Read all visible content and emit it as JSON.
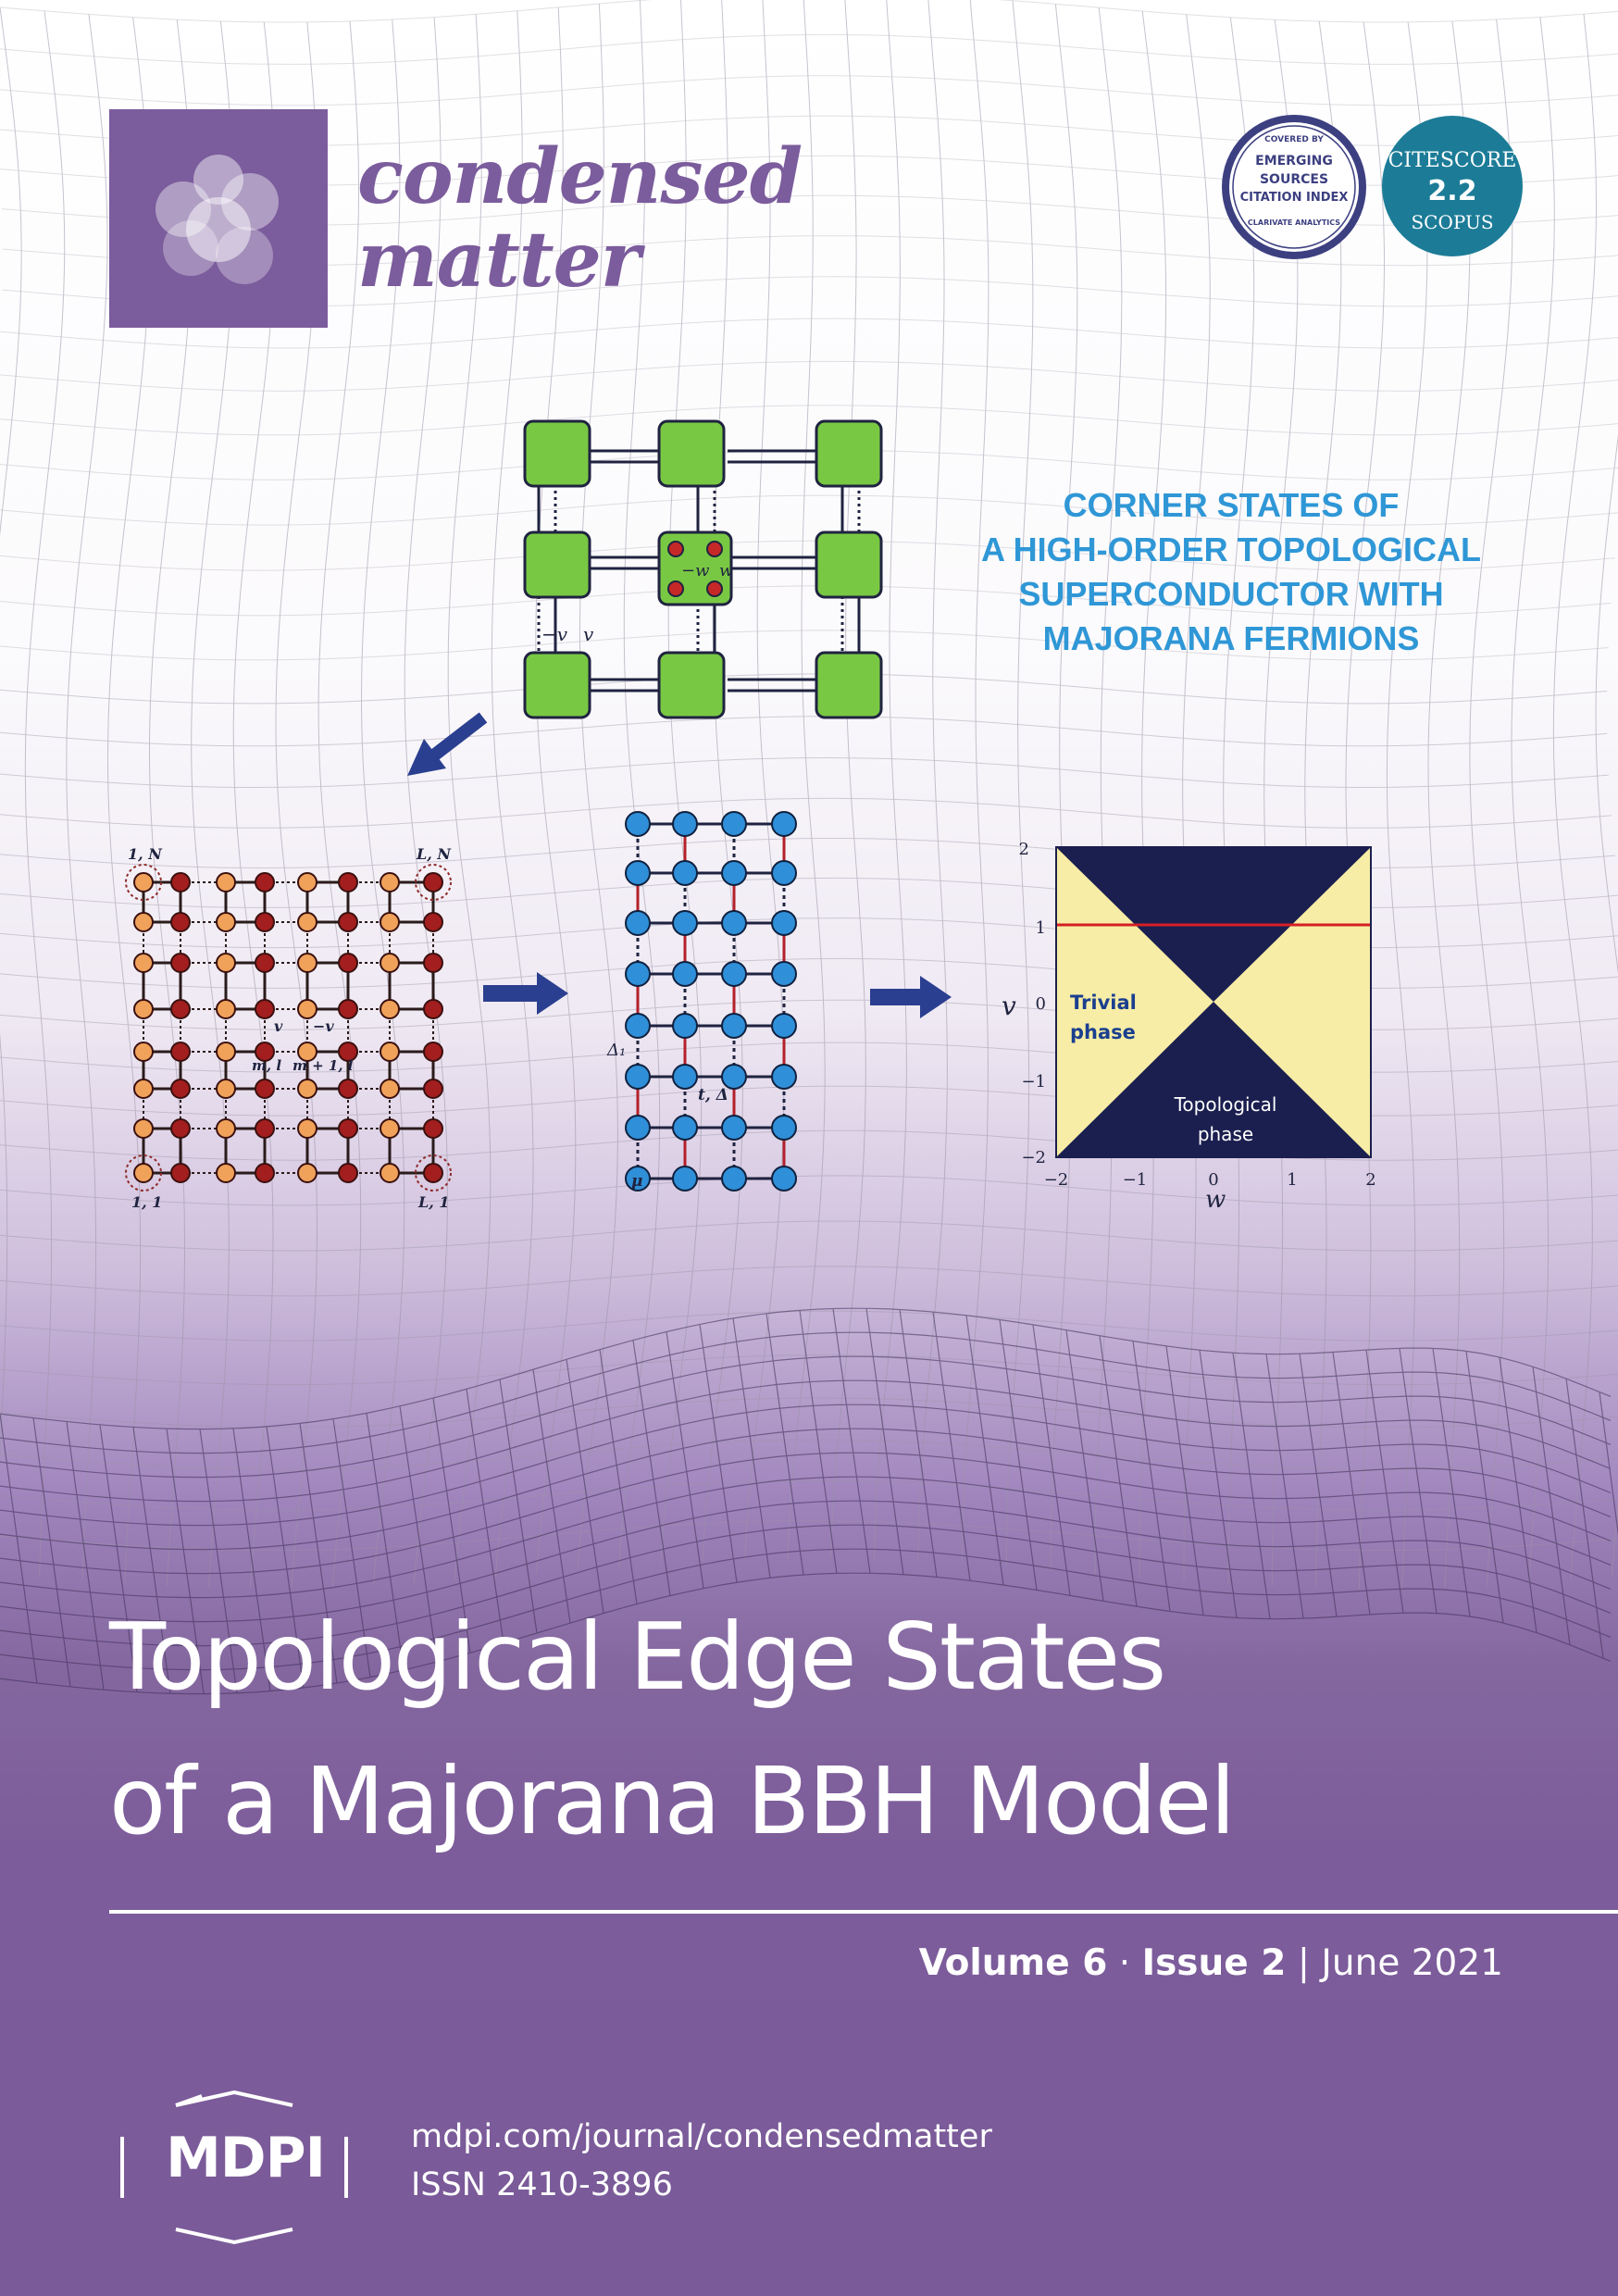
{
  "journal": {
    "name_line1": "condensed",
    "name_line2": "matter",
    "brand_color": "#7b5c9c"
  },
  "badges": {
    "esci": {
      "top": "COVERED BY",
      "line1": "EMERGING",
      "line2": "SOURCES",
      "line3": "CITATION INDEX",
      "bottom": "CLARIVATE ANALYTICS"
    },
    "citescore": {
      "label": "CITESCORE",
      "value": "2.2",
      "source": "SCOPUS",
      "color": "#1c7c97"
    }
  },
  "headline": {
    "lines": [
      "CORNER STATES OF",
      "A HIGH-ORDER TOPOLOGICAL",
      "SUPERCONDUCTOR WITH",
      "MAJORANA FERMIONS"
    ],
    "color": "#2f97d6"
  },
  "figure": {
    "top_lattice": {
      "label_intra_neg": "−w",
      "label_intra": "w",
      "label_inter_neg": "−v",
      "label_inter": "v"
    },
    "left_lattice": {
      "corner_tl": "1, N",
      "corner_tr": "L, N",
      "corner_bl": "1, 1",
      "corner_br": "L, 1",
      "label_v": "v",
      "label_neg_v": "−v",
      "label_site_a": "m, l",
      "label_site_b": "m + 1, l"
    },
    "middle_chain": {
      "label_delta1": "Δ₁",
      "label_hop": "t, Δ",
      "label_mu": "μ"
    },
    "phase_diagram": {
      "y_ticks": [
        "2",
        "1",
        "0",
        "−1",
        "−2"
      ],
      "x_ticks": [
        "−2",
        "−1",
        "0",
        "1",
        "2"
      ],
      "y_label": "v",
      "x_label": "w",
      "region_trivial_line1": "Trivial",
      "region_trivial_line2": "phase",
      "region_topological_line1": "Topological",
      "region_topological_line2": "phase",
      "reference_line_v": 1,
      "trivial_color": "#f7eda6",
      "topological_color": "#1b1f4f",
      "reference_color": "#d51f26"
    }
  },
  "chart_data": {
    "type": "area",
    "xlabel": "w",
    "ylabel": "v",
    "xlim": [
      -2,
      2
    ],
    "ylim": [
      -2,
      2
    ],
    "x_ticks": [
      -2,
      -1,
      0,
      1,
      2
    ],
    "y_ticks": [
      -2,
      -1,
      0,
      1,
      2
    ],
    "regions": [
      {
        "name": "Trivial phase",
        "condition": "|v| < |w|"
      },
      {
        "name": "Topological phase",
        "condition": "|v| > |w|"
      }
    ],
    "reference_lines": [
      {
        "axis": "y",
        "value": 1
      }
    ],
    "grid": false
  },
  "title": {
    "line1": "Topological Edge States",
    "line2": "of a Majorana BBH Model"
  },
  "issue": {
    "volume": "Volume 6",
    "separator": "·",
    "issue": "Issue 2",
    "divider": "|",
    "date": "June 2021"
  },
  "footer": {
    "publisher": "MDPI",
    "url": "mdpi.com/journal/condensedmatter",
    "issn": "ISSN 2410-3896"
  }
}
